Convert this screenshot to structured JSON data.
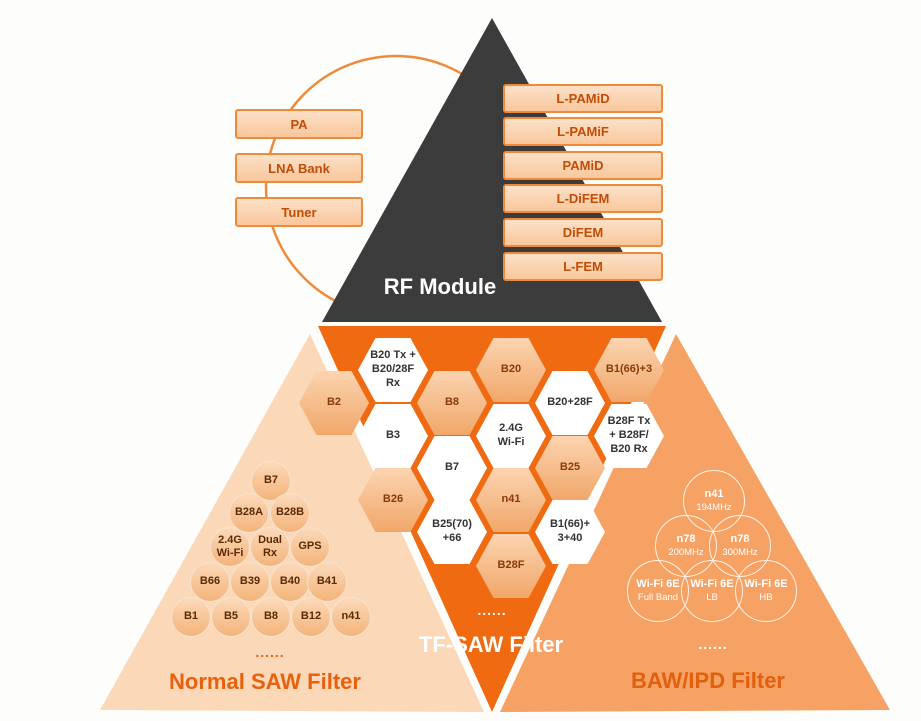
{
  "colors": {
    "dark_triangle": "#3c3c3c",
    "center_orange": "#f06a12",
    "left_triangle": "#fbd8b8",
    "right_triangle": "#f6a264",
    "box_border": "#ee8a3a",
    "title_orange": "#e8600c"
  },
  "rf_module": {
    "title": "RF Module",
    "left_boxes": [
      "PA",
      "LNA Bank",
      "Tuner"
    ],
    "right_boxes": [
      "L-PAMiD",
      "L-PAMiF",
      "PAMiD",
      "L-DiFEM",
      "DiFEM",
      "L-FEM"
    ]
  },
  "tf_saw": {
    "title": "TF-SAW Filter",
    "more": "......",
    "hexes": [
      {
        "text": "B20 Tx +\nB20/28F\nRx",
        "style": "light"
      },
      {
        "text": "B20",
        "style": "orange"
      },
      {
        "text": "B1(66)+3",
        "style": "orange"
      },
      {
        "text": "B2",
        "style": "orange"
      },
      {
        "text": "B8",
        "style": "orange"
      },
      {
        "text": "B20+28F",
        "style": "light"
      },
      {
        "text": "B3",
        "style": "light"
      },
      {
        "text": "2.4G\nWi-Fi",
        "style": "light"
      },
      {
        "text": "B28F Tx\n+ B28F/\nB20 Rx",
        "style": "light"
      },
      {
        "text": "B7",
        "style": "light"
      },
      {
        "text": "B25",
        "style": "orange"
      },
      {
        "text": "B26",
        "style": "orange"
      },
      {
        "text": "n41",
        "style": "orange"
      },
      {
        "text": "B25(70)\n+66",
        "style": "light"
      },
      {
        "text": "B1(66)+\n3+40",
        "style": "light"
      },
      {
        "text": "B28F",
        "style": "orange"
      }
    ]
  },
  "normal_saw": {
    "title": "Normal SAW Filter",
    "more": "......",
    "circles": [
      "B7",
      "B28A",
      "B28B",
      "2.4G\nWi-Fi",
      "Dual\nRx",
      "GPS",
      "B66",
      "B39",
      "B40",
      "B41",
      "B1",
      "B5",
      "B8",
      "B12",
      "n41"
    ]
  },
  "baw_ipd": {
    "title": "BAW/IPD Filter",
    "more": "......",
    "circles": [
      {
        "main": "n41",
        "sub": "194MHz"
      },
      {
        "main": "n78",
        "sub": "200MHz"
      },
      {
        "main": "n78",
        "sub": "300MHz"
      },
      {
        "main": "Wi-Fi 6E",
        "sub": "Full Band"
      },
      {
        "main": "Wi-Fi 6E",
        "sub": "LB"
      },
      {
        "main": "Wi-Fi 6E",
        "sub": "HB"
      }
    ]
  }
}
